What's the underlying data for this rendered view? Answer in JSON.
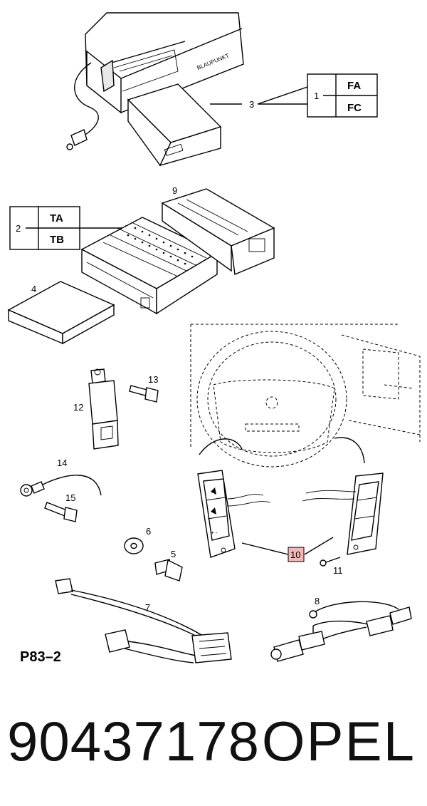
{
  "callouts": {
    "c1": "1",
    "c2": "2",
    "c3": "3",
    "c4": "4",
    "c5": "5",
    "c6": "6",
    "c7": "7",
    "c8": "8",
    "c9": "9",
    "c10": "10",
    "c11": "11",
    "c12": "12",
    "c13": "13",
    "c14": "14",
    "c15": "15"
  },
  "option_boxes": {
    "box1": {
      "top": "FA",
      "bottom": "FC"
    },
    "box2": {
      "top": "TA",
      "bottom": "TB"
    }
  },
  "changer_brand": "BLAUPUNKT",
  "page_ref": "P83–2",
  "part_number": "90437178",
  "brand": "OPEL",
  "colors": {
    "highlight_box": "#f4b6b6",
    "ink": "#000000"
  }
}
